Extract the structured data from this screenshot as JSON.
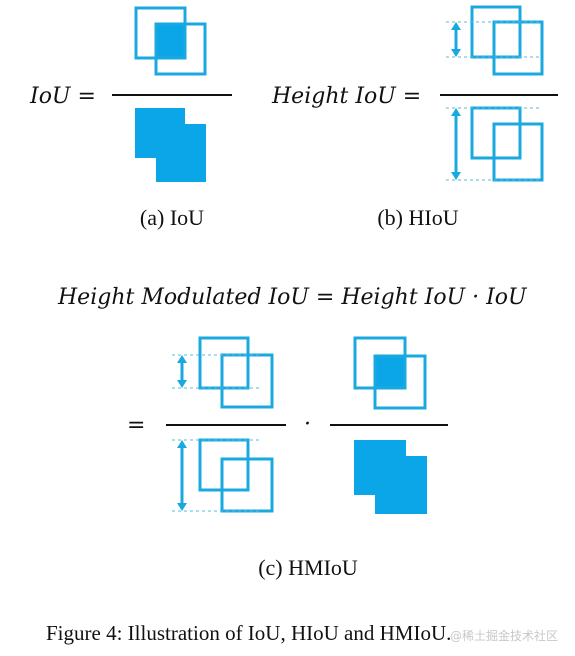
{
  "panel_a": {
    "equation_label": "IoU =",
    "sub_caption": "(a) IoU"
  },
  "panel_b": {
    "equation_label": "Height IoU =",
    "sub_caption": "(b) HIoU"
  },
  "panel_c": {
    "formula": "Height Modulated IoU = Height IoU  · IoU",
    "equals_sign": "=",
    "dot_operator": "·",
    "sub_caption": "(c) HMIoU"
  },
  "caption": "Figure 4: Illustration of IoU, HIoU and HMIoU.",
  "watermark": "@稀土掘金技术社区",
  "colors": {
    "box_stroke": "#1aa9df",
    "fill": "#0aa6e8",
    "dash": "#5ab8e0",
    "text": "#111111"
  }
}
